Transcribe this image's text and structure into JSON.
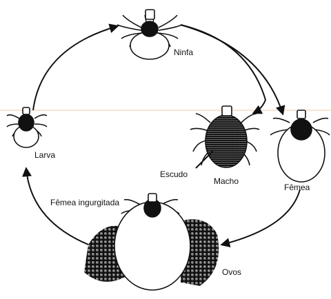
{
  "labels": {
    "ninfa": "Ninfa",
    "larva": "Larva",
    "escudo": "Escudo",
    "macho": "Macho",
    "femea": "Fêmea",
    "femea_ingurgitada": "Fêmea ingurgitada",
    "ovos": "Ovos"
  },
  "colors": {
    "ink": "#111111",
    "paper": "#ffffff",
    "guide_line": "#f3c9a0"
  },
  "icons": [
    "tick-nymph-icon",
    "tick-larva-icon",
    "tick-male-icon",
    "tick-female-icon",
    "tick-engorged-female-icon",
    "egg-cluster-icon"
  ]
}
